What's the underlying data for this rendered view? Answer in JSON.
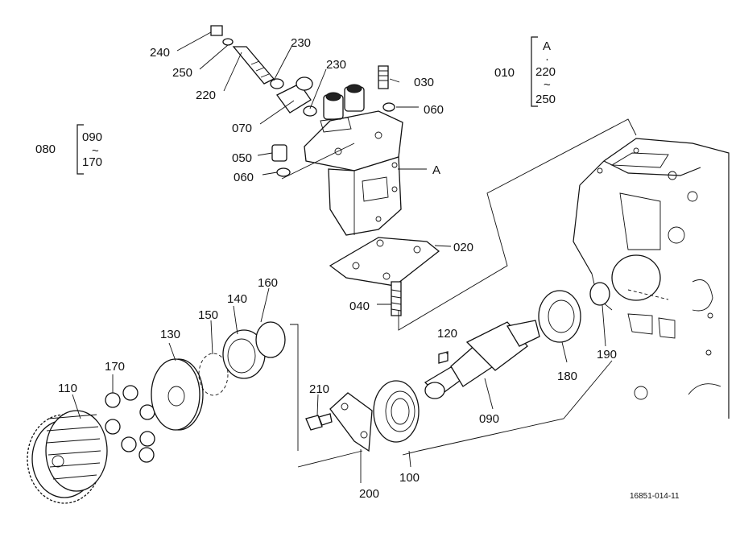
{
  "diagram_id": "16851-014-11",
  "callouts": {
    "p240": "240",
    "p250": "250",
    "p220": "220",
    "p230a": "230",
    "p230b": "230",
    "p030": "030",
    "p060a": "060",
    "p070": "070",
    "p050": "050",
    "p060b": "060",
    "pA": "A",
    "p020": "020",
    "p040": "040",
    "p160": "160",
    "p140": "140",
    "p150": "150",
    "p130": "130",
    "p170": "170",
    "p110": "110",
    "p210": "210",
    "p120": "120",
    "p200": "200",
    "p100": "100",
    "p090": "090",
    "p180": "180",
    "p190": "190"
  },
  "groups": {
    "g010": {
      "code": "010",
      "items": [
        "A",
        "220",
        "250"
      ],
      "sep1": "·",
      "sep2": "~"
    },
    "g080": {
      "code": "080",
      "items": [
        "090",
        "170"
      ],
      "sep1": "~"
    }
  }
}
